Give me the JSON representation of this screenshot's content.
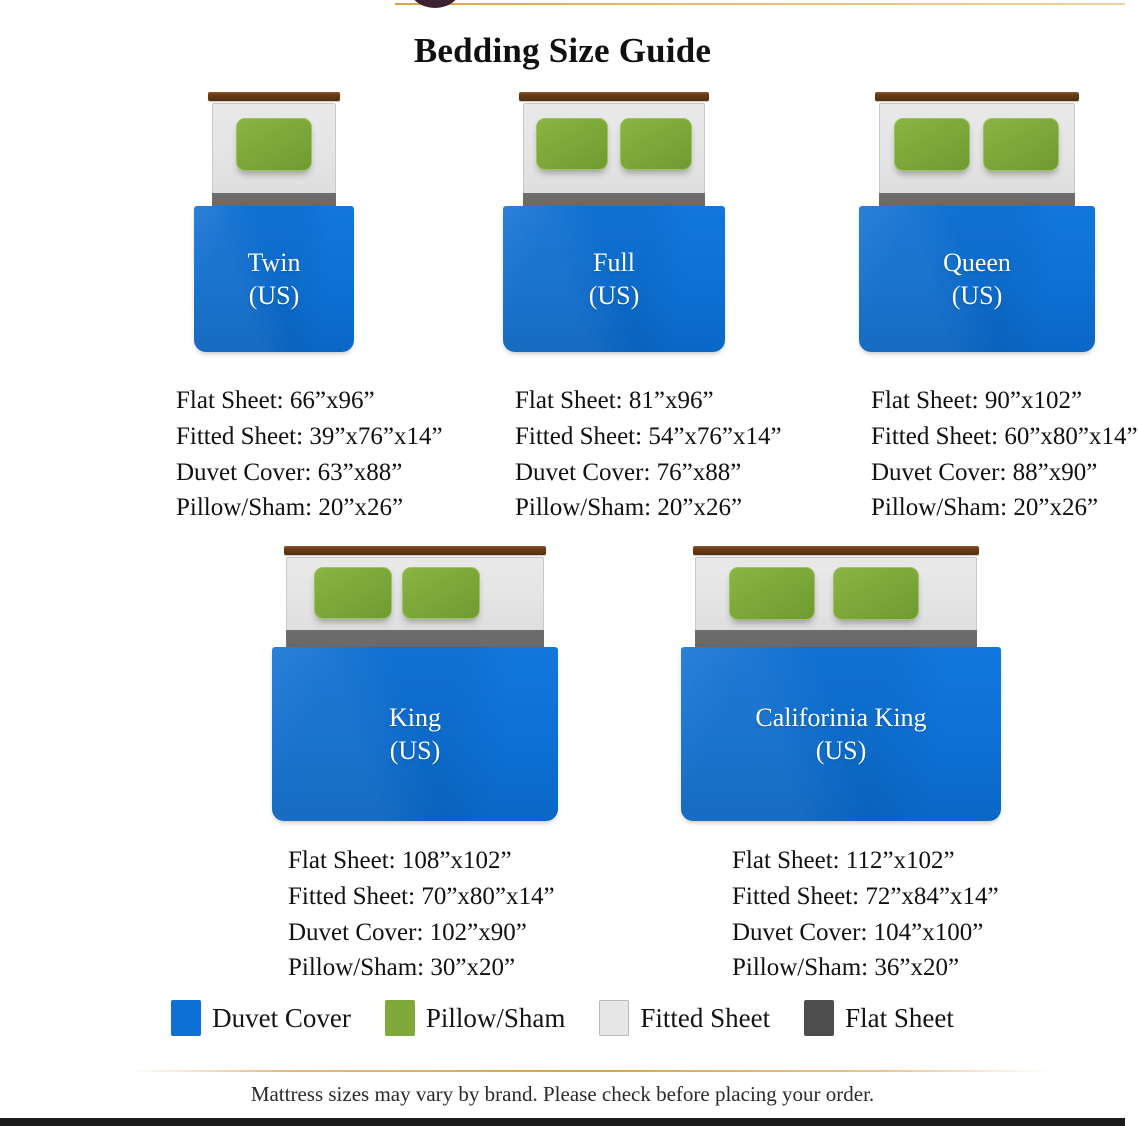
{
  "header": {
    "title": "Bedding Size Guide",
    "logo_icon": "brand-logo-circle-icon",
    "rule_color": "#d9a441"
  },
  "colors": {
    "duvet_blue": "#0d70d4",
    "pillow_green": "#7ea93a",
    "fitted_sheet_gray": "#e6e6e6",
    "flat_sheet_gray": "#666666",
    "headboard_brown": "#6b3d18",
    "accent_gold": "#d9a441"
  },
  "beds": [
    {
      "id": "twin",
      "name": "Twin",
      "region": "(US)",
      "pillows": 1,
      "specs": [
        "Flat Sheet: 66”x96”",
        "Fitted Sheet: 39”x76”x14”",
        "Duvet Cover: 63”x88”",
        "Pillow/Sham: 20”x26”"
      ],
      "dimensions": {
        "flat_sheet": "66”x96”",
        "fitted_sheet": "39”x76”x14”",
        "duvet_cover": "63”x88”",
        "pillow_sham": "20”x26”"
      }
    },
    {
      "id": "full",
      "name": "Full",
      "region": "(US)",
      "pillows": 2,
      "specs": [
        "Flat Sheet: 81”x96”",
        "Fitted Sheet: 54”x76”x14”",
        "Duvet Cover: 76”x88”",
        "Pillow/Sham: 20”x26”"
      ],
      "dimensions": {
        "flat_sheet": "81”x96”",
        "fitted_sheet": "54”x76”x14”",
        "duvet_cover": "76”x88”",
        "pillow_sham": "20”x26”"
      }
    },
    {
      "id": "queen",
      "name": "Queen",
      "region": "(US)",
      "pillows": 2,
      "specs": [
        "Flat Sheet: 90”x102”",
        "Fitted Sheet: 60”x80”x14”",
        "Duvet Cover: 88”x90”",
        "Pillow/Sham: 20”x26”"
      ],
      "dimensions": {
        "flat_sheet": "90”x102”",
        "fitted_sheet": "60”x80”x14”",
        "duvet_cover": "88”x90”",
        "pillow_sham": "20”x26”"
      }
    },
    {
      "id": "king",
      "name": "King",
      "region": "(US)",
      "pillows": 2,
      "specs": [
        "Flat Sheet: 108”x102”",
        "Fitted Sheet: 70”x80”x14”",
        "Duvet Cover: 102”x90”",
        "Pillow/Sham: 30”x20”"
      ],
      "dimensions": {
        "flat_sheet": "108”x102”",
        "fitted_sheet": "70”x80”x14”",
        "duvet_cover": "102”x90”",
        "pillow_sham": "30”x20”"
      }
    },
    {
      "id": "california-king",
      "name": "Califorinia King",
      "region": "(US)",
      "pillows": 2,
      "specs": [
        "Flat Sheet: 112”x102”",
        "Fitted Sheet: 72”x84”x14”",
        "Duvet Cover: 104”x100”",
        "Pillow/Sham: 36”x20”"
      ],
      "dimensions": {
        "flat_sheet": "112”x102”",
        "fitted_sheet": "72”x84”x14”",
        "duvet_cover": "104”x100”",
        "pillow_sham": "36”x20”"
      }
    }
  ],
  "legend": [
    {
      "label": "Duvet Cover",
      "color": "#0d70d4",
      "border": "none"
    },
    {
      "label": "Pillow/Sham",
      "color": "#7ea93a",
      "border": "none"
    },
    {
      "label": "Fitted Sheet",
      "color": "#e6e6e6",
      "border": "1px solid #b9b9b9"
    },
    {
      "label": "Flat Sheet",
      "color": "#4d4d4d",
      "border": "none"
    }
  ],
  "footer": {
    "note": "Mattress sizes may vary by brand. Please check before placing your order."
  }
}
